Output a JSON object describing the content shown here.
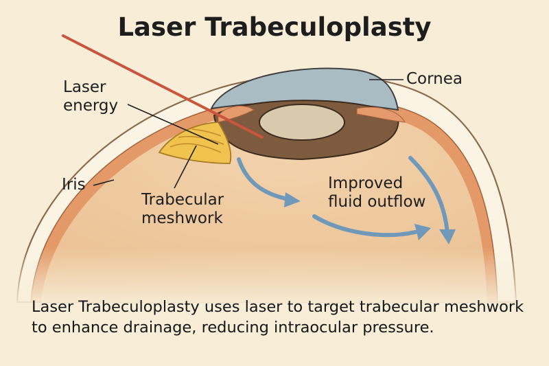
{
  "title": "Laser Trabeculoplasty",
  "labels": {
    "laser_energy_line1": "Laser",
    "laser_energy_line2": "energy",
    "cornea": "Cornea",
    "iris": "Iris",
    "trabecular_line1": "Trabecular",
    "trabecular_line2": "meshwork",
    "outflow_line1": "Improved",
    "outflow_line2": "fluid outflow"
  },
  "caption": "Laser Trabeculoplasty uses laser to target trabecular meshwork to enhance drainage, reducing intraocular pressure.",
  "colors": {
    "background": "#f8eed8",
    "eye_fill": "#eec69a",
    "sclera_outer": "#fbf4e4",
    "rim_orange": "#e39a68",
    "cornea_blue": "#a9bcc4",
    "iris_brown": "#7e5b3e",
    "lens": "#d9c9ad",
    "meshwork": "#f0c24e",
    "laser_red": "#c9553f",
    "arrow_blue": "#6f98b9"
  }
}
